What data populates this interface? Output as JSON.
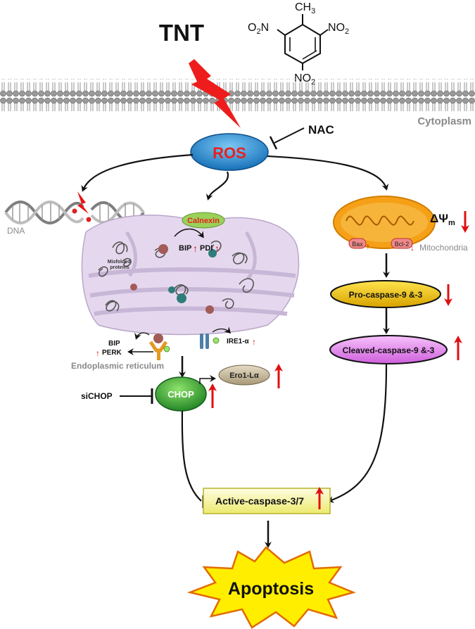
{
  "title": "TNT",
  "chemical": {
    "methyl": "CH",
    "methyl_sub": "3",
    "nitro_left": "O",
    "nitro_left_sub": "2",
    "nitro_left_n": "N",
    "nitro_right_n": "N",
    "nitro_right_o": "O",
    "nitro_right_sub": "2",
    "nitro_bottom_n": "N",
    "nitro_bottom_o": "O",
    "nitro_bottom_sub": "2"
  },
  "membrane_label": "Cytoplasm",
  "ros": {
    "label": "ROS",
    "color": "#1e8fd5",
    "text_color": "#e8211f"
  },
  "inhibitor_nac": "NAC",
  "dna_label": "DNA",
  "er": {
    "calnexin": "Calnexin",
    "misfolded_line1": "Misfolded",
    "misfolded_line2": "proteins",
    "bip_top": "BIP",
    "pdi": "PDI",
    "bip_bottom": "BIP",
    "perk": "PERK",
    "ire1": "IRE1-α",
    "label": "Endoplasmic reticulum"
  },
  "chop": {
    "label": "CHOP",
    "color": "#2fa832"
  },
  "ero1": "Ero1-Lα",
  "sichop": "siCHOP",
  "mito": {
    "delta_psi": "ΔΨ",
    "delta_psi_sub": "m",
    "bax": "Bax",
    "bcl2": "Bcl-2",
    "label": "Mitochondria",
    "color": "#f5a016"
  },
  "pro_caspase": {
    "label": "Pro-caspase-9 &-3",
    "color": "#f2c200"
  },
  "cleaved_caspase": {
    "label": "Cleaved-caspase-9 &-3",
    "color": "#e58af0"
  },
  "active_caspase": {
    "label": "Active-caspase-3/7",
    "color": "#f6f59a"
  },
  "apoptosis": {
    "label": "Apoptosis",
    "color": "#ffee00"
  },
  "arrow_up": "↑",
  "arrow_down": "↓"
}
